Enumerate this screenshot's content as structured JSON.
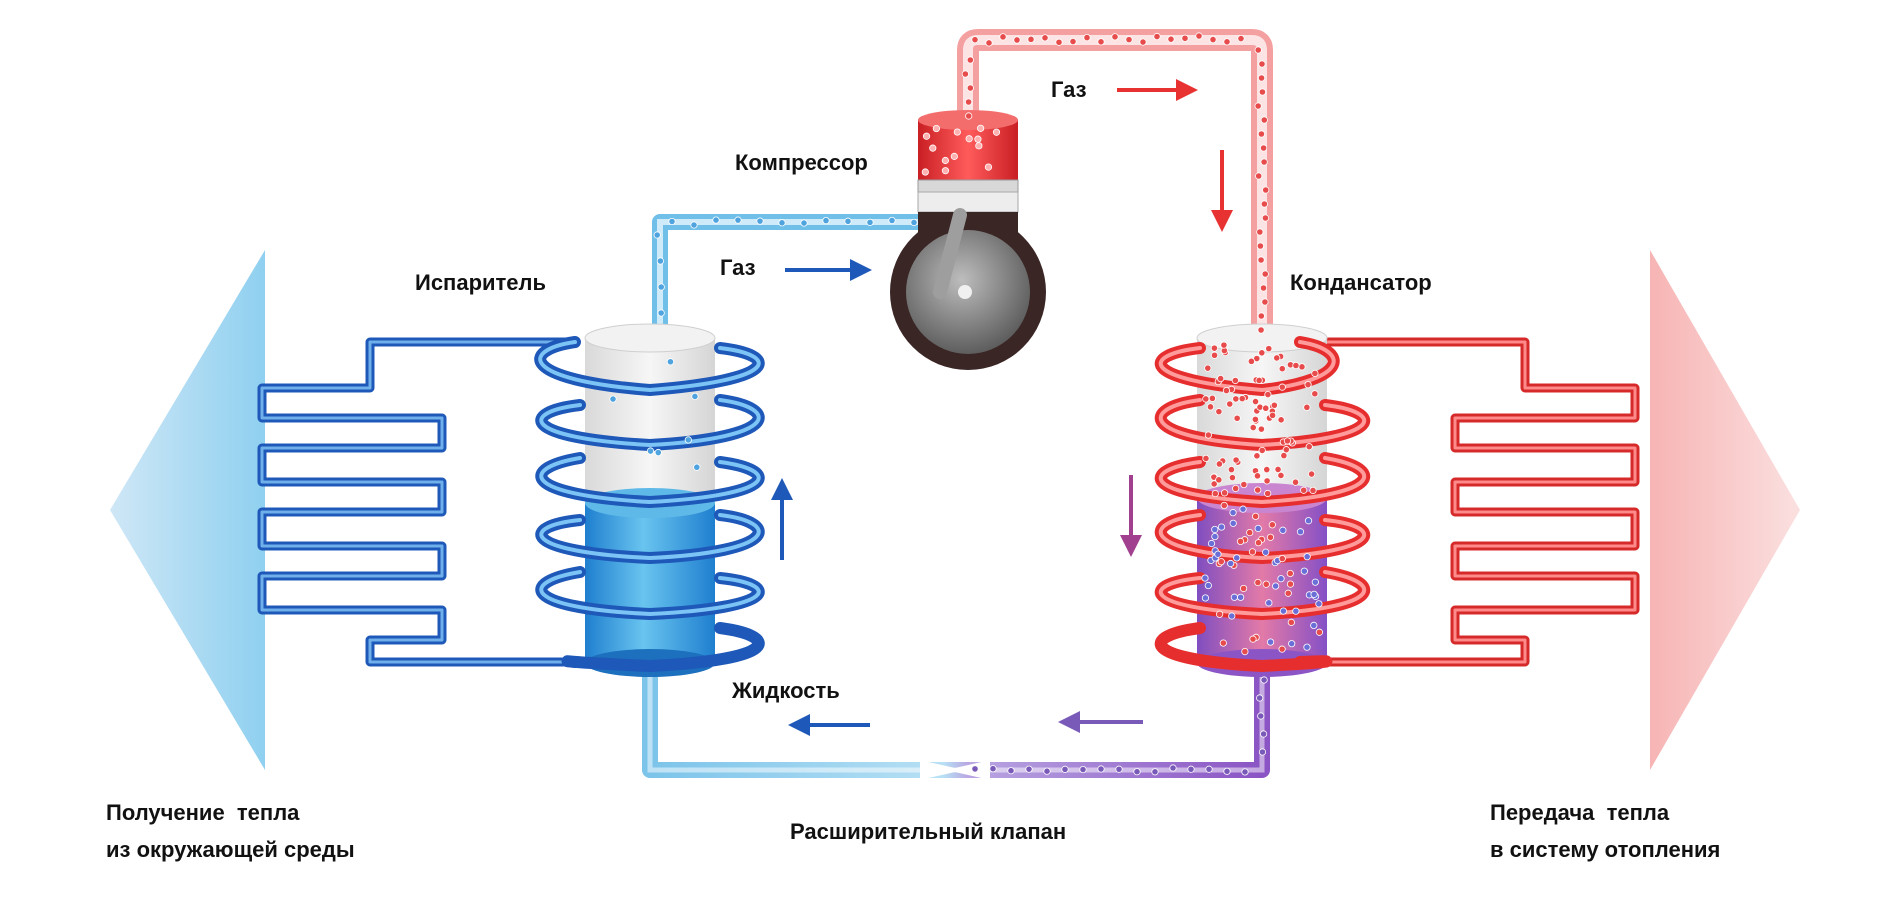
{
  "labels": {
    "compressor": "Компрессор",
    "evaporator": "Испаритель",
    "condenser": "Кондансатор",
    "gas_to_compressor": "Газ",
    "gas_from_compressor": "Газ",
    "liquid": "Жидкость",
    "expansion_valve": "Расширительный клапан",
    "left_caption_line1": "Получение  тепла",
    "left_caption_line2": "из окружающей среды",
    "right_caption_line1": "Передача  тепла",
    "right_caption_line2": "в систему отопления"
  },
  "colors": {
    "cold": "#1e58b8",
    "cold_light": "#7cc4ea",
    "hot": "#e83232",
    "hot_light": "#f6b8b8",
    "mixed": "#8a54c4",
    "compressor_body": "#3a2624"
  }
}
